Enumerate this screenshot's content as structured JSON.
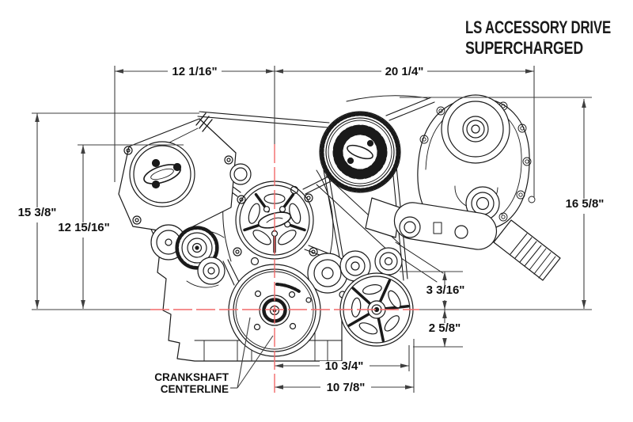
{
  "title": {
    "line1": "LS ACCESSORY DRIVE",
    "line2": "SUPERCHARGED"
  },
  "dimensions": {
    "top_width_left": "12 1/16\"",
    "top_width_right": "20 1/4\"",
    "overall_height_left": "15 3/8\"",
    "pump_height_left": "12 15/16\"",
    "overall_height_right": "16 5/8\"",
    "idler_above_centerline": "3 3/16\"",
    "pulley_below_centerline": "2 5/8\"",
    "width_right_upper": "10 3/4\"",
    "width_right_lower": "10 7/8\""
  },
  "labels": {
    "crankshaft_label_line1": "CRANKSHAFT",
    "crankshaft_label_line2": "CENTERLINE"
  },
  "colors": {
    "centerline_red": "#f26a6a",
    "dimension_line": "#3f3f3f",
    "drawing_line": "#1a1a1a",
    "text": "#111111",
    "background": "#ffffff"
  }
}
